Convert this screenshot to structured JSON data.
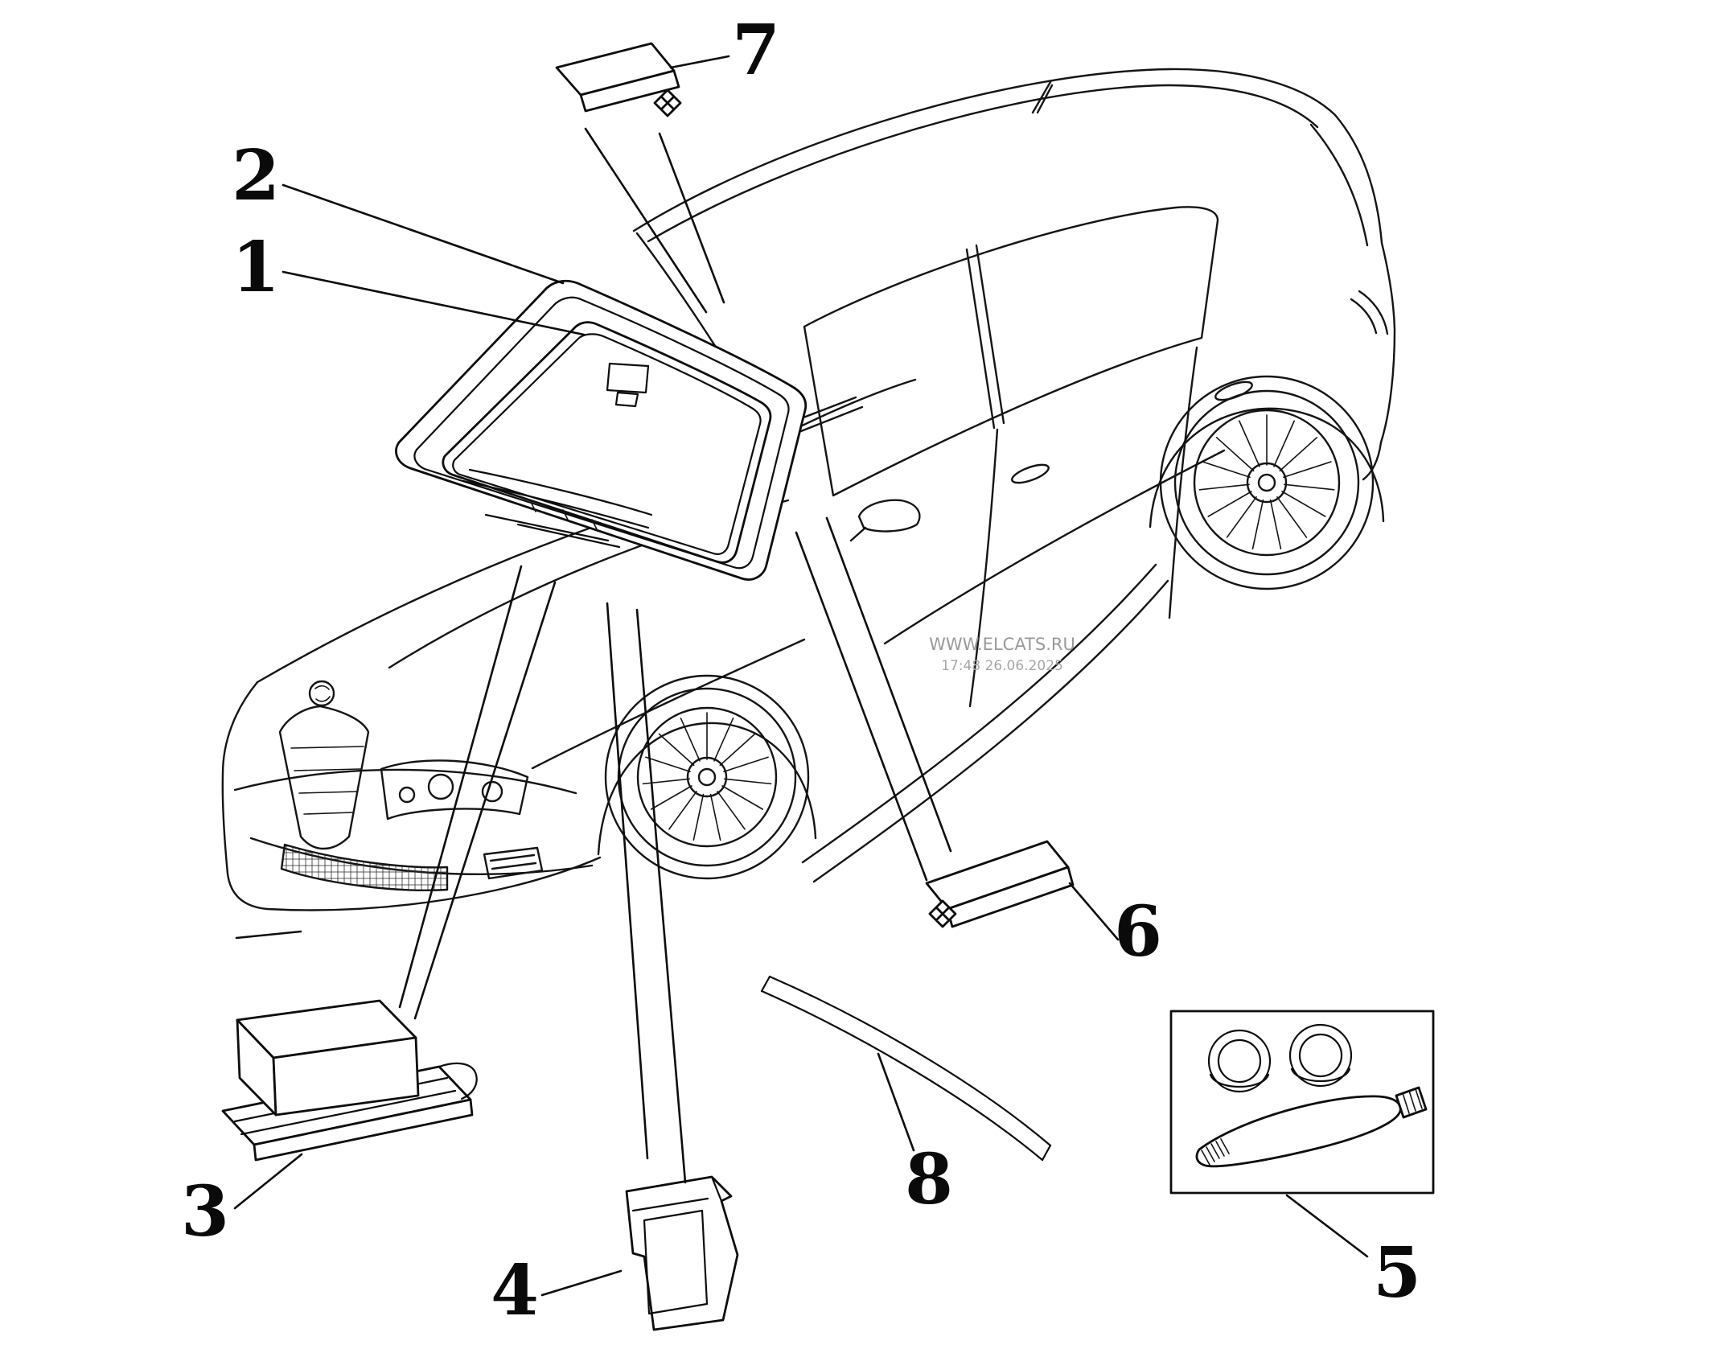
{
  "diagram": {
    "watermark": {
      "site": "WWW.ELCATS.RU",
      "timestamp": "17:48 26.06.2025"
    },
    "callouts": {
      "n1": "1",
      "n2": "2",
      "n3": "3",
      "n4": "4",
      "n5": "5",
      "n6": "6",
      "n7": "7",
      "n8": "8"
    },
    "colors": {
      "line": "#141414",
      "background": "#ffffff",
      "watermark": "#999999"
    }
  }
}
